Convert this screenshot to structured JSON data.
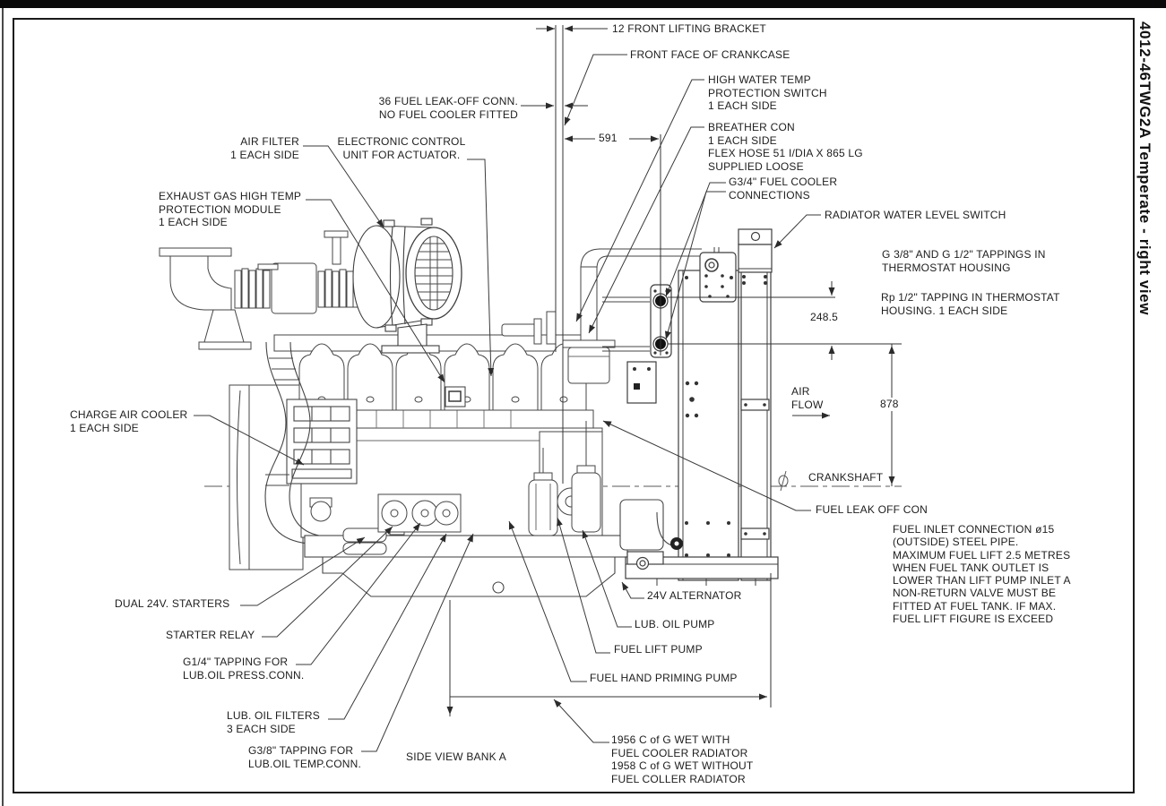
{
  "page": {
    "bg": "#ffffff",
    "line_color": "#3f3f3f",
    "text_color": "#1d1d1d"
  },
  "title_block": {
    "drawing_title": "4012-46TWG2A Temperate - right view"
  },
  "callouts": {
    "front_lifting_bracket": "12 FRONT LIFTING BRACKET",
    "front_face_crankcase": "FRONT FACE OF CRANKCASE",
    "fuel_leak_off_conn": "36 FUEL LEAK-OFF CONN.\nNO FUEL COOLER FITTED",
    "high_water_temp": "HIGH WATER TEMP\nPROTECTION SWITCH\n1 EACH SIDE",
    "breather": "BREATHER CON\n1 EACH SIDE\nFLEX HOSE 51 I/DIA X 865 LG\nSUPPLIED LOOSE",
    "air_filter": "AIR FILTER\n1 EACH SIDE",
    "ecu": "ELECTRONIC CONTROL\nUNIT FOR ACTUATOR.",
    "exhaust_gas_module": "EXHAUST GAS HIGH TEMP\nPROTECTION MODULE\n1 EACH SIDE",
    "g34_fuel_cooler": "G3/4\" FUEL COOLER\nCONNECTIONS",
    "radiator_water_level_switch": "RADIATOR WATER LEVEL SWITCH",
    "thermostat_tappings": "G 3/8\" AND G 1/2\" TAPPINGS IN\nTHERMOSTAT HOUSING",
    "rp_tapping": "Rp 1/2\" TAPPING IN THERMOSTAT\nHOUSING. 1 EACH SIDE",
    "air_flow": "AIR\nFLOW",
    "crankshaft": "CRANKSHAFT",
    "charge_air_cooler": "CHARGE AIR COOLER\n1 EACH SIDE",
    "fuel_leak_off_con": "FUEL LEAK OFF CON",
    "fuel_inlet_note": "FUEL INLET CONNECTION ø15\n(OUTSIDE) STEEL PIPE.\nMAXIMUM FUEL LIFT 2.5 METRES\nWHEN FUEL TANK OUTLET IS\nLOWER THAN LIFT PUMP INLET A\nNON-RETURN VALVE MUST BE\nFITTED AT FUEL TANK. IF MAX.\nFUEL LIFT FIGURE IS EXCEED",
    "dual_starters": "DUAL 24V. STARTERS",
    "starter_relay": "STARTER RELAY",
    "g14_tapping": "G1/4\" TAPPING FOR\nLUB.OIL PRESS.CONN.",
    "lub_oil_filters": "LUB. OIL FILTERS\n3 EACH SIDE",
    "g38_tapping": "G3/8\" TAPPING FOR\nLUB.OIL TEMP.CONN.",
    "alternator": "24V ALTERNATOR",
    "lub_oil_pump": "LUB. OIL PUMP",
    "fuel_lift_pump": "FUEL LIFT PUMP",
    "fuel_hand_priming_pump": "FUEL HAND PRIMING PUMP",
    "cog_note": "1956 C of G WET WITH\nFUEL COOLER RADIATOR\n1958 C of G WET WITHOUT\nFUEL COLLER RADIATOR",
    "side_view_caption": "SIDE VIEW BANK A"
  },
  "dimensions": {
    "front_offset": "591",
    "tapping_offset": "248.5",
    "crank_height": "878"
  }
}
